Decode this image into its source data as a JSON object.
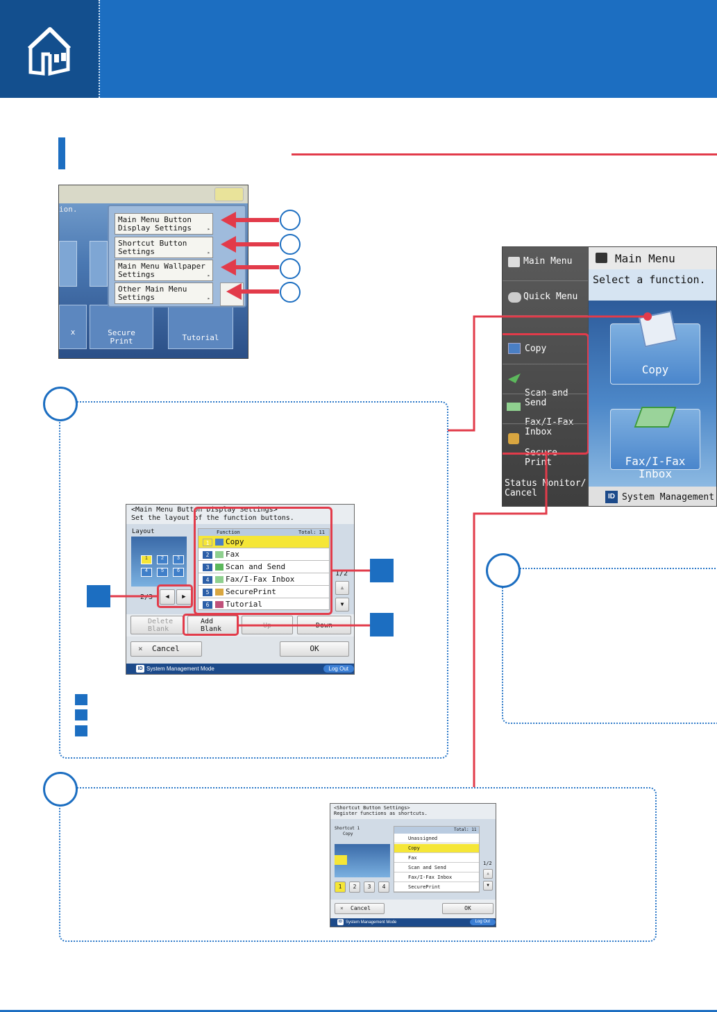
{
  "colors": {
    "header_dark": "#134f8e",
    "header": "#1c6ec1",
    "accent_red": "#e23b4a",
    "highlight": "#f5e637"
  },
  "icons": {
    "header": "house-icon"
  },
  "popup_screen": {
    "partial_text": "ion.",
    "items": [
      "Main Menu Button\nDisplay Settings",
      "Shortcut Button\nSettings",
      "Main Menu Wallpaper\nSettings",
      "Other Main Menu\nSettings"
    ],
    "bg_tiles": [
      "x",
      "Secure\nPrint",
      "Tutorial"
    ]
  },
  "main_menu_screen": {
    "side": {
      "main_menu": "Main Menu",
      "quick_menu": "Quick Menu",
      "copy": "Copy",
      "scan_send": "Scan and\nSend",
      "fax_inbox": "Fax/I-Fax\nInbox",
      "secure_print": "Secure\nPrint",
      "status": "Status Monitor/\nCancel"
    },
    "title": "Main Menu",
    "prompt": "Select a function.",
    "tiles": [
      "Copy",
      "Fax/I-Fax\nInbox"
    ],
    "footer": "System Management M"
  },
  "button_display_screen": {
    "header_line1": "<Main Menu Button Display Settings>",
    "header_line2": "Set the layout of the function buttons.",
    "layout_label": "Layout",
    "layout_slots": [
      "1",
      "2",
      "3",
      "4",
      "5",
      "6"
    ],
    "page": "2/3",
    "list_header": "Function",
    "total": "Total: 11",
    "functions": [
      {
        "n": "1",
        "name": "Copy"
      },
      {
        "n": "2",
        "name": "Fax"
      },
      {
        "n": "3",
        "name": "Scan and Send"
      },
      {
        "n": "4",
        "name": "Fax/I-Fax Inbox"
      },
      {
        "n": "5",
        "name": "SecurePrint"
      },
      {
        "n": "6",
        "name": "Tutorial"
      }
    ],
    "list_page": "1/2",
    "delete_blank": "Delete\nBlank",
    "add_blank": "Add\nBlank",
    "up": "Up",
    "down": "Down",
    "cancel": "Cancel",
    "ok": "OK",
    "footer": "System Management Mode",
    "logout": "Log Out"
  },
  "shortcut_screen": {
    "header_line1": "<Shortcut Button Settings>",
    "header_line2": "Register functions as shortcuts.",
    "shortcut_label": "Shortcut 1",
    "shortcut_value": "Copy",
    "total": "Total: 11",
    "options": [
      "Unassigned",
      "Copy",
      "Fax",
      "Scan and Send",
      "Fax/I-Fax Inbox",
      "SecurePrint"
    ],
    "page": "1/2",
    "tabs": [
      "1",
      "2",
      "3",
      "4"
    ],
    "cancel": "Cancel",
    "ok": "OK",
    "footer": "System Management Mode",
    "logout": "Log Out"
  }
}
